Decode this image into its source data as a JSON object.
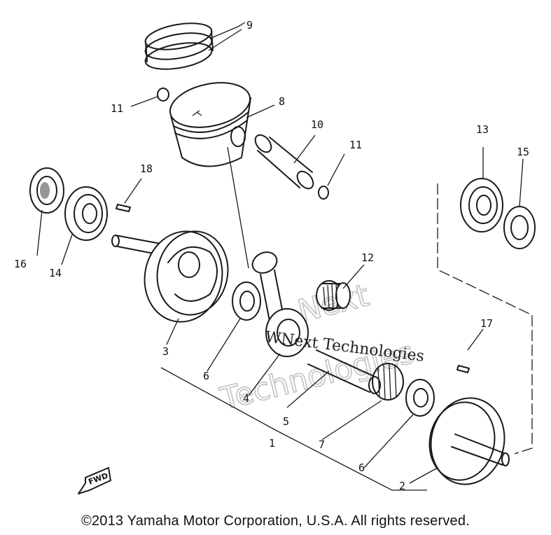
{
  "callouts": {
    "c1": "1",
    "c2": "2",
    "c3": "3",
    "c4": "4",
    "c5": "5",
    "c6a": "6",
    "c6b": "6",
    "c7": "7",
    "c8": "8",
    "c9": "9",
    "c10": "10",
    "c11a": "11",
    "c11b": "11",
    "c12": "12",
    "c13": "13",
    "c14": "14",
    "c15": "15",
    "c16": "16",
    "c17": "17",
    "c18": "18"
  },
  "fwd_label": "FWD",
  "watermark": {
    "logo_text": "Next Technologies",
    "overlay_text": "WNext Technologies"
  },
  "copyright": "©2013 Yamaha Motor Corporation, U.S.A. All rights reserved."
}
